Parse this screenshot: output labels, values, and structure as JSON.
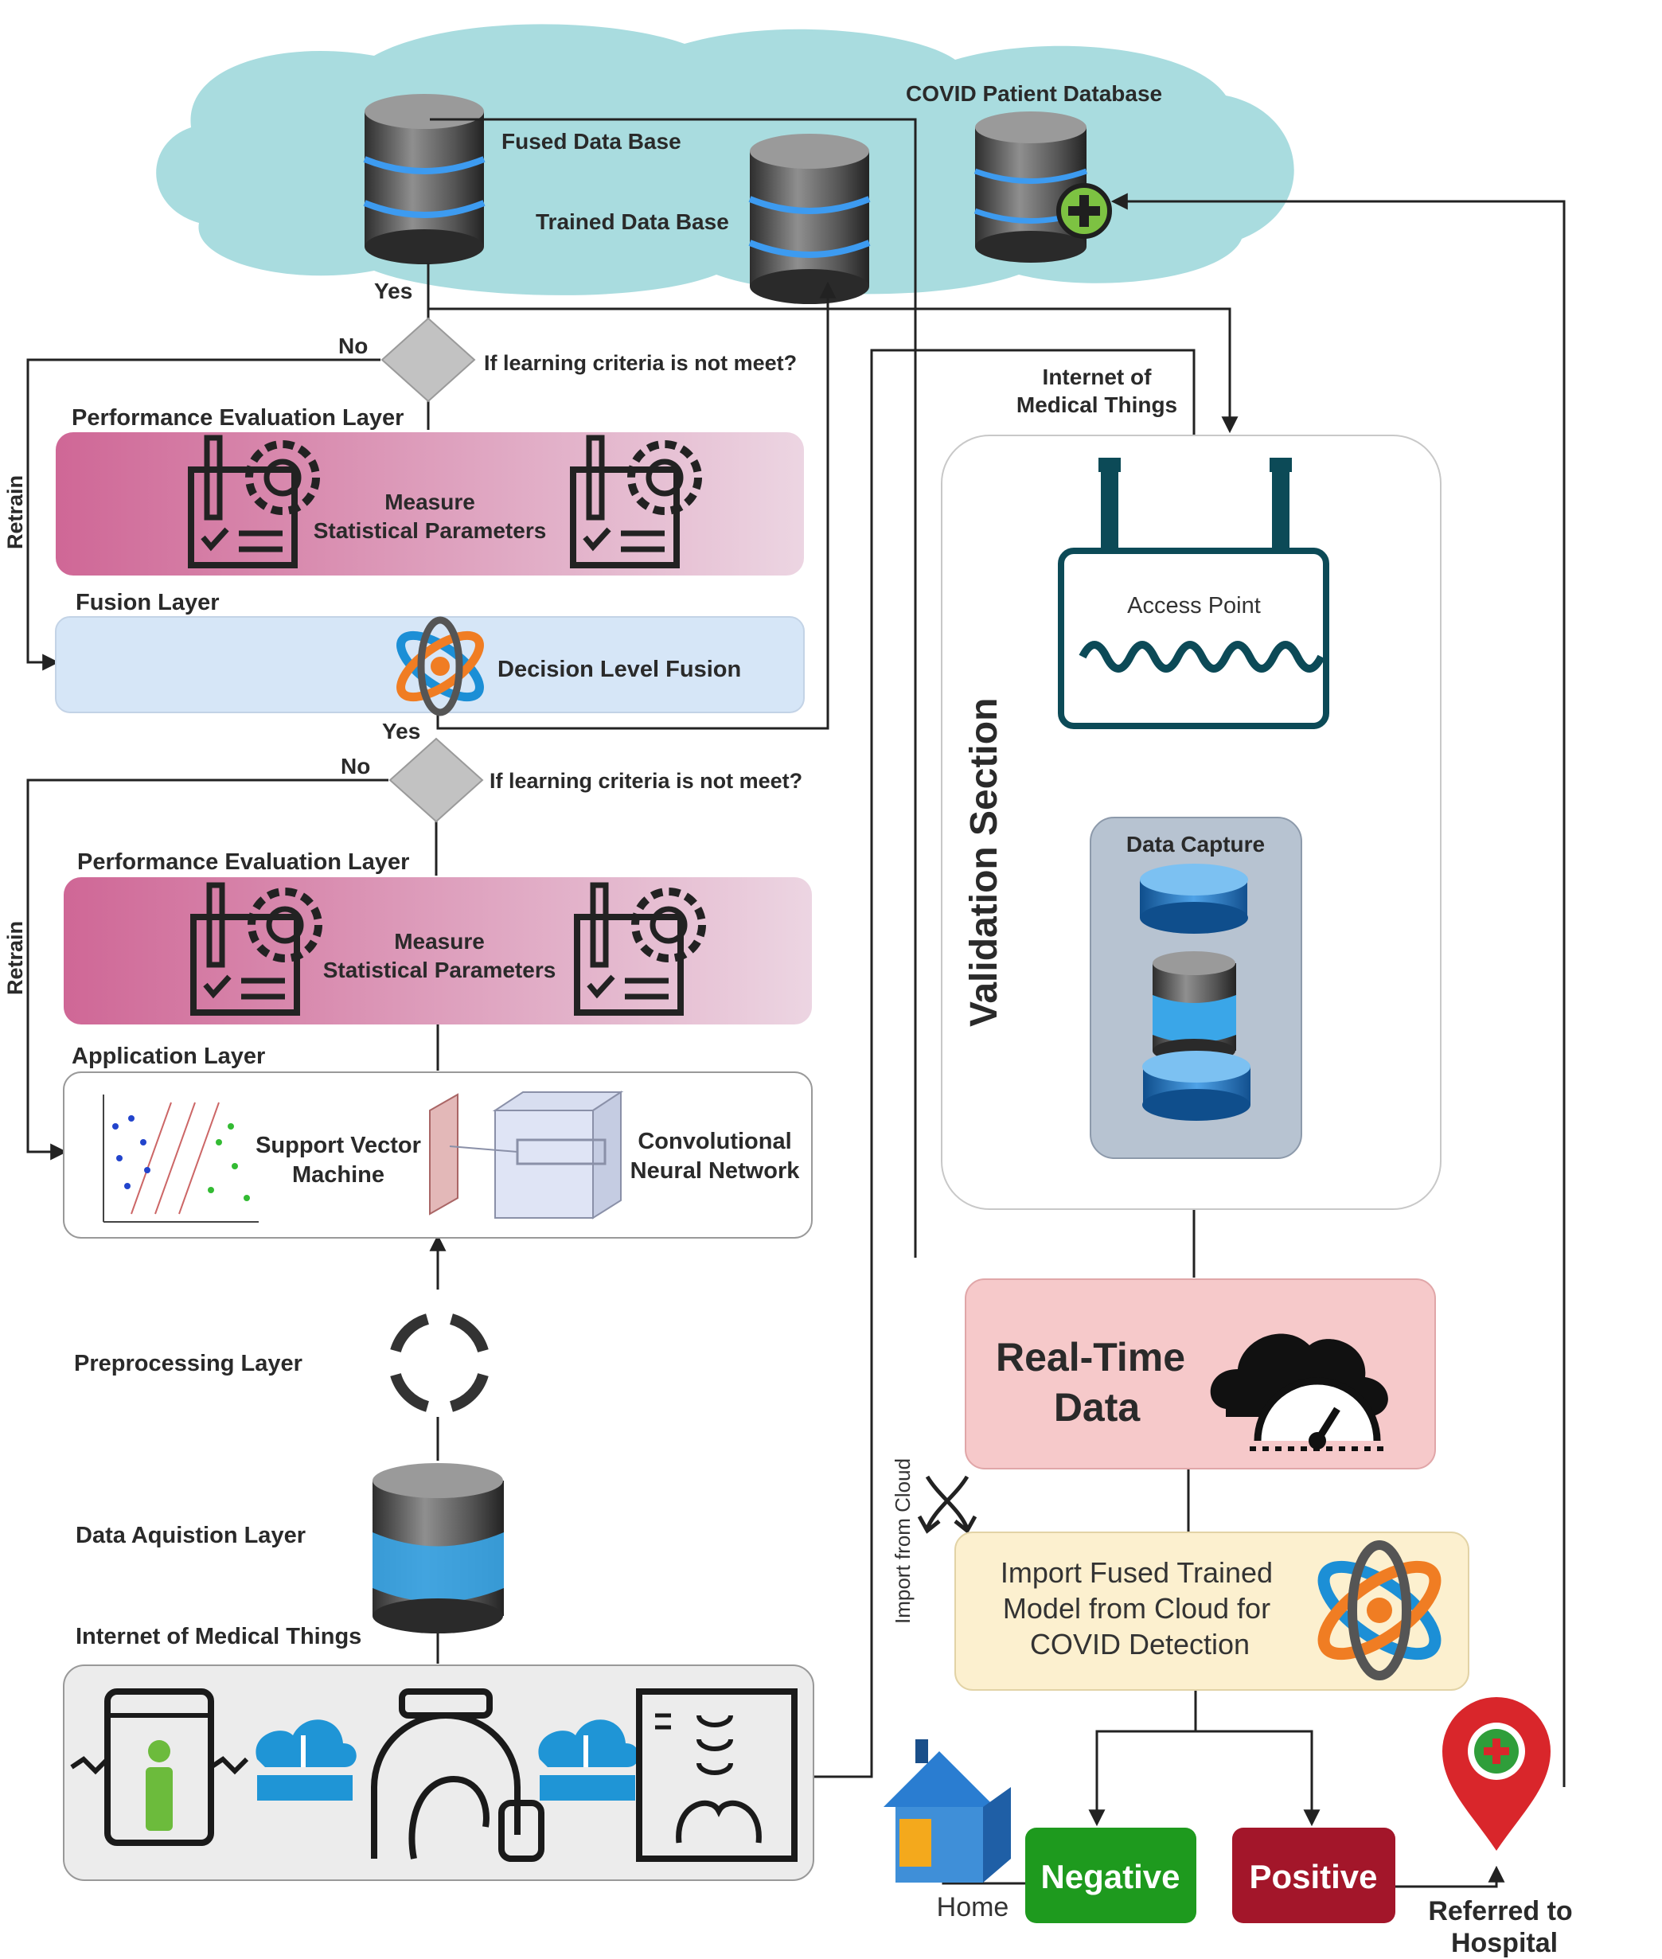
{
  "cloud": {
    "fused_db_label": "Fused Data Base",
    "trained_db_label": "Trained Data Base",
    "covid_db_label": "COVID Patient Database"
  },
  "decision_top": {
    "yes": "Yes",
    "no": "No",
    "question": "If learning criteria is not meet?"
  },
  "retrain_label": "Retrain",
  "perf_layer_top": {
    "title": "Performance Evaluation Layer",
    "line1": "Measure",
    "line2": "Statistical Parameters"
  },
  "fusion_layer": {
    "title": "Fusion Layer",
    "text": "Decision Level Fusion"
  },
  "decision_bottom": {
    "yes": "Yes",
    "no": "No",
    "question": "If learning criteria is not meet?"
  },
  "perf_layer_bottom": {
    "title": "Performance Evaluation Layer",
    "line1": "Measure",
    "line2": "Statistical Parameters"
  },
  "application_layer": {
    "title": "Application Layer",
    "svm_line1": "Support Vector",
    "svm_line2": "Machine",
    "cnn_line1": "Convolutional",
    "cnn_line2": "Neural Network"
  },
  "preprocessing_layer": "Preprocessing Layer",
  "data_acquisition_layer": "Data Aquistion Layer",
  "iomt_left": "Internet of Medical Things",
  "iomt_right": {
    "line1": "Internet of",
    "line2": "Medical Things"
  },
  "validation": {
    "title": "Validation Section",
    "access_point": "Access Point",
    "data_capture": "Data Capture"
  },
  "realtime": {
    "line1": "Real-Time",
    "line2": "Data"
  },
  "import_from_cloud": "Import from Cloud",
  "import_model": {
    "line1": "Import Fused Trained",
    "line2": "Model from Cloud for",
    "line3": "COVID Detection"
  },
  "results": {
    "negative": "Negative",
    "positive": "Positive",
    "home": "Home",
    "referred_line1": "Referred to",
    "referred_line2": "Hospital"
  },
  "colors": {
    "cloud": "#a9dcdf",
    "perf_band_dark": "#cf6796",
    "perf_band_light": "#ecd5e2",
    "fusion_band": "#d6e6f7",
    "realtime_box": "#f6c9ca",
    "import_box": "#fcf0cf",
    "negative": "#1e9a1e",
    "positive": "#a3162a",
    "data_capture_box": "#b7c3d1"
  },
  "icons": [
    "database-icon",
    "decision-diamond-icon",
    "gear-document-icon",
    "atom-fusion-icon",
    "svm-plot-icon",
    "cnn-cube-icon",
    "refresh-cycle-icon",
    "router-icon",
    "cloud-speedometer-icon",
    "house-icon",
    "hospital-pin-icon",
    "xray-icon",
    "ct-scanner-icon",
    "cloud-upload-icon",
    "body-scanner-icon"
  ]
}
